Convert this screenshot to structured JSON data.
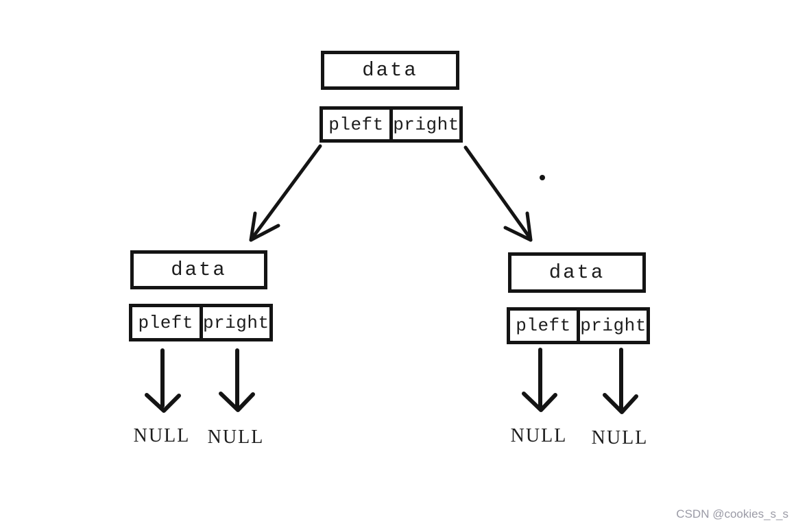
{
  "nodes": {
    "root": {
      "data_label": "data",
      "pleft_label": "pleft",
      "pright_label": "pright"
    },
    "left_child": {
      "data_label": "data",
      "pleft_label": "pleft",
      "pright_label": "pright",
      "pleft_null": "NULL",
      "pright_null": "NULL"
    },
    "right_child": {
      "data_label": "data",
      "pleft_label": "pleft",
      "pright_label": "pright",
      "pleft_null": "NULL",
      "pright_null": "NULL"
    }
  },
  "watermark": {
    "text": "CSDN @cookies_s_s",
    "color": "#9b9ba6"
  },
  "colors": {
    "stroke": "#141414",
    "background": "#ffffff"
  }
}
